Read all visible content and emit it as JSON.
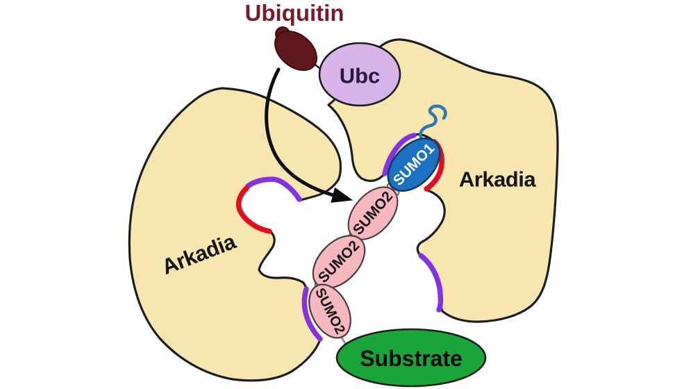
{
  "figure": {
    "labels": {
      "ubiquitin": "Ubiquitin",
      "ubc": "Ubc",
      "arkadia_left": "Arkadia",
      "arkadia_right": "Arkadia",
      "sumo1": "SUMO1",
      "sumo2_chain": [
        "SUMO2",
        "SUMO2",
        "SUMO2"
      ],
      "substrate": "Substrate"
    },
    "colors": {
      "background": "#ffffff",
      "arkadia_fill": "#f7e6b0",
      "outline": "#1c1c1c",
      "ubiquitin_fill": "#5f181c",
      "ubiquitin_text": "#7b1b29",
      "ubc_fill": "#d8b5e9",
      "ubc_text": "#2a1640",
      "sumo1_fill": "#1b72c2",
      "sumo1_text": "#ffffff",
      "sumo2_fill": "#f5b8c0",
      "substrate_fill": "#1aa53a",
      "label_text": "#151515",
      "binding_arc_purple": "#8531e4",
      "binding_arc_red": "#e30f1d",
      "sumo1_tail_blue": "#2c77b5",
      "arrow": "#0d0d0d",
      "linker_fill": "#d8d0c8"
    }
  }
}
